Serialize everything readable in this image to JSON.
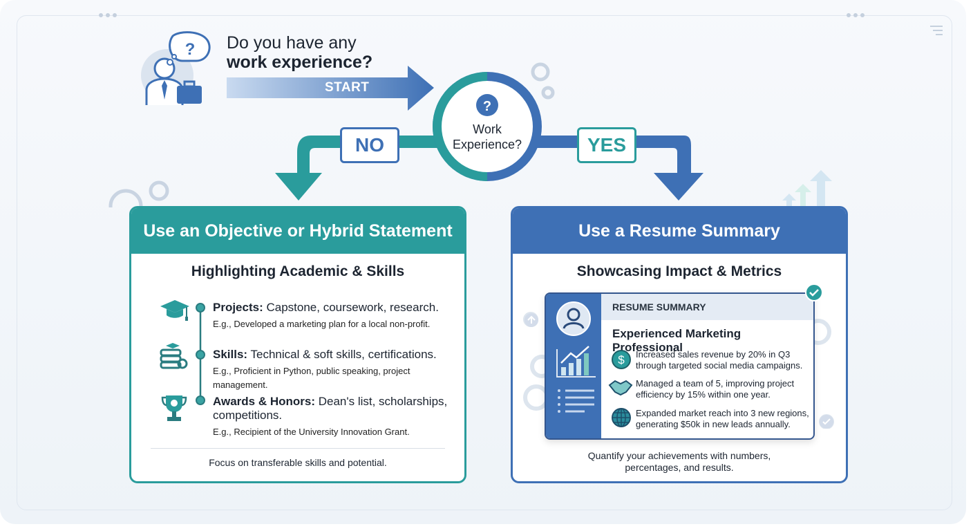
{
  "header": {
    "question_line1": "Do you have any",
    "question_line2": "work experience?",
    "start_label": "START"
  },
  "decision": {
    "label": "Work Experience?",
    "no_label": "NO",
    "yes_label": "YES"
  },
  "left_card": {
    "title": "Use an Objective or Hybrid Statement",
    "subtitle": "Highlighting Academic & Skills",
    "items": [
      {
        "label": "Projects:",
        "text": " Capstone, coursework, research.",
        "example": "E.g., Developed a marketing plan for a local non-profit.",
        "icon": "graduation-cap-icon"
      },
      {
        "label": "Skills:",
        "text": " Technical & soft skills, certifications.",
        "example": "E.g., Proficient in Python, public speaking, project management.",
        "icon": "books-gear-icon"
      },
      {
        "label": "Awards & Honors:",
        "text": " Dean's list, scholarships, competitions.",
        "example": "E.g., Recipient of the University Innovation Grant.",
        "icon": "trophy-icon"
      }
    ],
    "footer": "Focus on transferable skills and potential."
  },
  "right_card": {
    "title": "Use a Resume Summary",
    "subtitle": "Showcasing Impact & Metrics",
    "resume": {
      "band": "RESUME SUMMARY",
      "headline": "Experienced Marketing Professional",
      "points": [
        {
          "text": "Increased sales revenue by 20% in Q3 through targeted social media campaigns.",
          "icon": "dollar-icon"
        },
        {
          "text": "Managed a team of 5, improving project efficiency by 15% within one year.",
          "icon": "handshake-icon"
        },
        {
          "text": "Expanded market reach into 3 new regions, generating $50k in new leads annually.",
          "icon": "globe-icon"
        }
      ]
    },
    "footer_line1": "Quantify your achievements with numbers,",
    "footer_line2": "percentages, and results."
  },
  "colors": {
    "teal": "#2a9c9c",
    "blue": "#3e70b5",
    "dark": "#1c2430"
  }
}
